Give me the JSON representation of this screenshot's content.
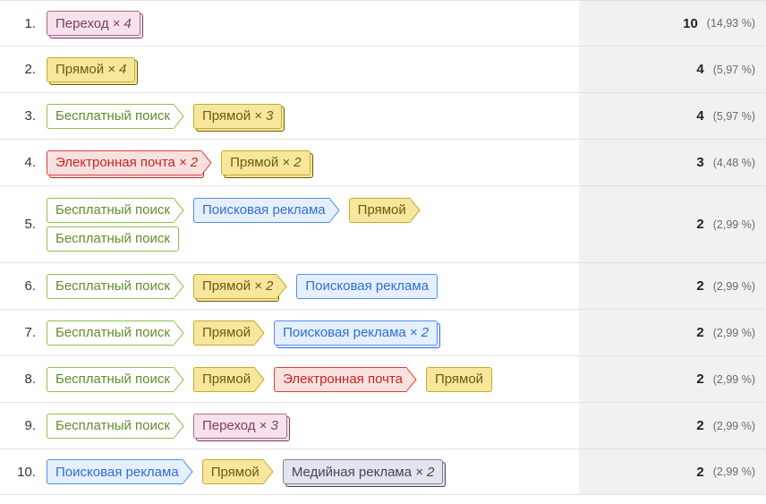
{
  "palette": {
    "green": {
      "fill": "#ffffff",
      "stroke": "#8cc34a",
      "text": "#5f8f2a"
    },
    "yellow": {
      "fill": "#f6e79d",
      "stroke": "#c9a928",
      "text": "#6b5a10"
    },
    "pink": {
      "fill": "#f7e1ea",
      "stroke": "#a86a8a",
      "text": "#7b4064"
    },
    "red": {
      "fill": "#fbe0e0",
      "stroke": "#d9413b",
      "text": "#c0281f"
    },
    "blue": {
      "fill": "#e5efff",
      "stroke": "#4f8ef2",
      "text": "#2d6fd7"
    },
    "gray": {
      "fill": "#e2e5ee",
      "stroke": "#7a8196",
      "text": "#3f4656"
    }
  },
  "rows": [
    {
      "index": "1.",
      "value": "10",
      "pct": "(14,93 %)",
      "lines": [
        [
          {
            "label": "Переход",
            "mult": "× 4",
            "color": "pink",
            "arrow": false
          }
        ]
      ]
    },
    {
      "index": "2.",
      "value": "4",
      "pct": "(5,97 %)",
      "lines": [
        [
          {
            "label": "Прямой",
            "mult": "× 4",
            "color": "yellow",
            "arrow": false
          }
        ]
      ]
    },
    {
      "index": "3.",
      "value": "4",
      "pct": "(5,97 %)",
      "lines": [
        [
          {
            "label": "Бесплатный поиск",
            "mult": "",
            "color": "green",
            "arrow": true
          },
          {
            "label": "Прямой",
            "mult": "× 3",
            "color": "yellow",
            "arrow": false
          }
        ]
      ]
    },
    {
      "index": "4.",
      "value": "3",
      "pct": "(4,48 %)",
      "lines": [
        [
          {
            "label": "Электронная почта",
            "mult": "× 2",
            "color": "red",
            "arrow": true
          },
          {
            "label": "Прямой",
            "mult": "× 2",
            "color": "yellow",
            "arrow": false
          }
        ]
      ]
    },
    {
      "index": "5.",
      "value": "2",
      "pct": "(2,99 %)",
      "lines": [
        [
          {
            "label": "Бесплатный поиск",
            "mult": "",
            "color": "green",
            "arrow": true
          },
          {
            "label": "Поисковая реклама",
            "mult": "",
            "color": "blue",
            "arrow": true
          },
          {
            "label": "Прямой",
            "mult": "",
            "color": "yellow",
            "arrow": true
          }
        ],
        [
          {
            "label": "Бесплатный поиск",
            "mult": "",
            "color": "green",
            "arrow": false
          }
        ]
      ]
    },
    {
      "index": "6.",
      "value": "2",
      "pct": "(2,99 %)",
      "lines": [
        [
          {
            "label": "Бесплатный поиск",
            "mult": "",
            "color": "green",
            "arrow": true
          },
          {
            "label": "Прямой",
            "mult": "× 2",
            "color": "yellow",
            "arrow": true
          },
          {
            "label": "Поисковая реклама",
            "mult": "",
            "color": "blue",
            "arrow": false
          }
        ]
      ]
    },
    {
      "index": "7.",
      "value": "2",
      "pct": "(2,99 %)",
      "lines": [
        [
          {
            "label": "Бесплатный поиск",
            "mult": "",
            "color": "green",
            "arrow": true
          },
          {
            "label": "Прямой",
            "mult": "",
            "color": "yellow",
            "arrow": true
          },
          {
            "label": "Поисковая реклама",
            "mult": "× 2",
            "color": "blue",
            "arrow": false
          }
        ]
      ]
    },
    {
      "index": "8.",
      "value": "2",
      "pct": "(2,99 %)",
      "lines": [
        [
          {
            "label": "Бесплатный поиск",
            "mult": "",
            "color": "green",
            "arrow": true
          },
          {
            "label": "Прямой",
            "mult": "",
            "color": "yellow",
            "arrow": true
          },
          {
            "label": "Электронная почта",
            "mult": "",
            "color": "red",
            "arrow": true
          },
          {
            "label": "Прямой",
            "mult": "",
            "color": "yellow",
            "arrow": false
          }
        ]
      ]
    },
    {
      "index": "9.",
      "value": "2",
      "pct": "(2,99 %)",
      "lines": [
        [
          {
            "label": "Бесплатный поиск",
            "mult": "",
            "color": "green",
            "arrow": true
          },
          {
            "label": "Переход",
            "mult": "× 3",
            "color": "pink",
            "arrow": false
          }
        ]
      ]
    },
    {
      "index": "10.",
      "value": "2",
      "pct": "(2,99 %)",
      "lines": [
        [
          {
            "label": "Поисковая реклама",
            "mult": "",
            "color": "blue",
            "arrow": true
          },
          {
            "label": "Прямой",
            "mult": "",
            "color": "yellow",
            "arrow": true
          },
          {
            "label": "Медийная реклама",
            "mult": "× 2",
            "color": "gray",
            "arrow": false
          }
        ]
      ]
    }
  ]
}
